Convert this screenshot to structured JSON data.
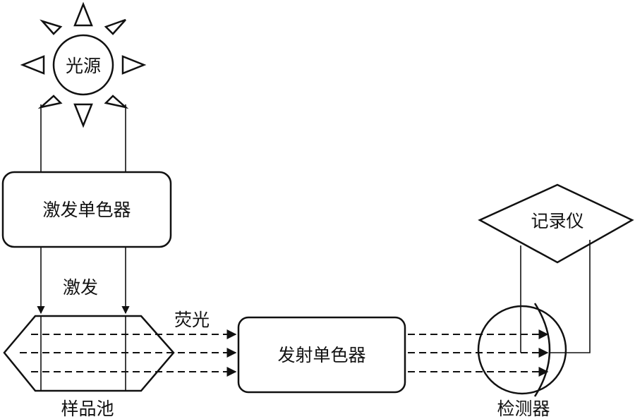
{
  "labels": {
    "light_source": "光源",
    "excitation_monochromator": "激发单色器",
    "excitation": "激发",
    "fluorescence": "荧光",
    "sample_cell": "样品池",
    "emission_monochromator": "发射单色器",
    "recorder": "记录仪",
    "detector": "检测器"
  }
}
